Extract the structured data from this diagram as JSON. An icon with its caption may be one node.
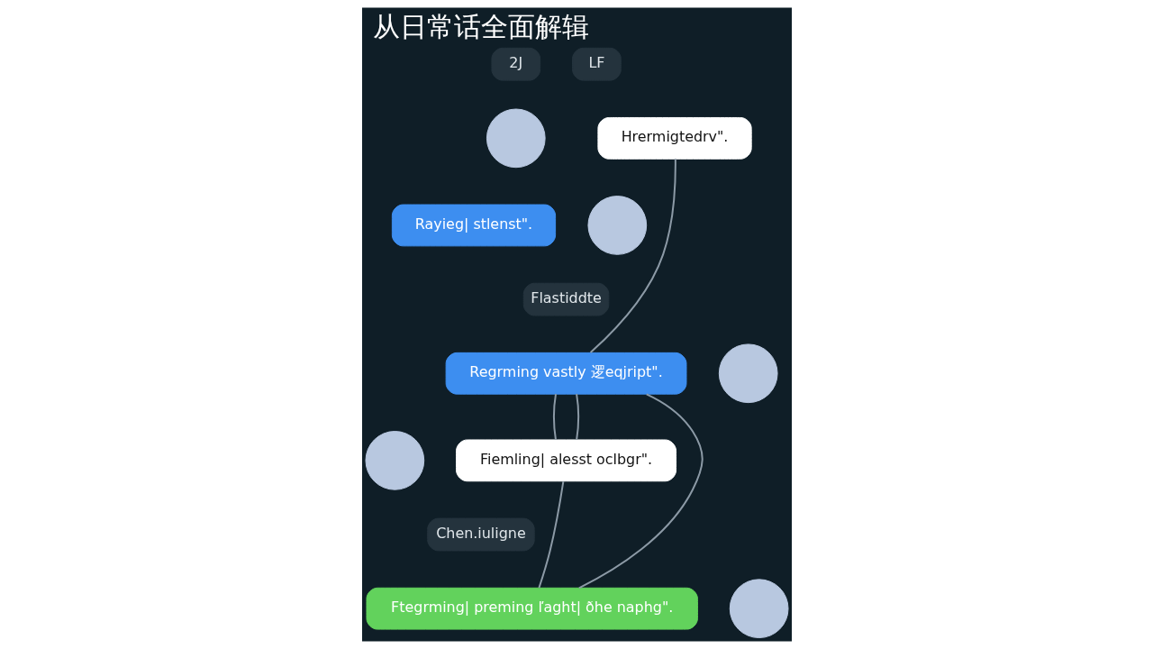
{
  "diagram": {
    "title": "从日常话全面解辑",
    "nodes": [
      {
        "text": [],
        "shape": "person"
      },
      {
        "text": [
          "Hrermigtedrv\"."
        ]
      },
      {
        "text": [
          "Rayieg| stlenst\"."
        ]
      },
      {
        "text": [],
        "shape": "person"
      },
      {
        "text": [
          "Regrming vastly 逻eqjript\"."
        ]
      },
      {
        "text": [],
        "shape": "person"
      },
      {
        "text": [],
        "shape": "person"
      },
      {
        "text": [
          "Fiemling| alesst oclbgr\"."
        ]
      },
      {
        "text": [
          "Ftegrming| preming ľaght| ðhe naphg\"."
        ]
      },
      {
        "text": [],
        "shape": "person"
      }
    ],
    "edges": [
      {
        "from": 1,
        "to": 4,
        "arrow": "none"
      },
      {
        "from": 4,
        "to": 7,
        "arrow": "none"
      },
      {
        "from": 4,
        "to": 7,
        "arrow": "none"
      },
      {
        "from": 4,
        "to": 8,
        "arrow": "none"
      },
      {
        "from": 7,
        "to": 8,
        "arrow": "none"
      }
    ],
    "labels": [
      "LF",
      "2J",
      "Flastiddte",
      "Chen.iuligne"
    ]
  }
}
